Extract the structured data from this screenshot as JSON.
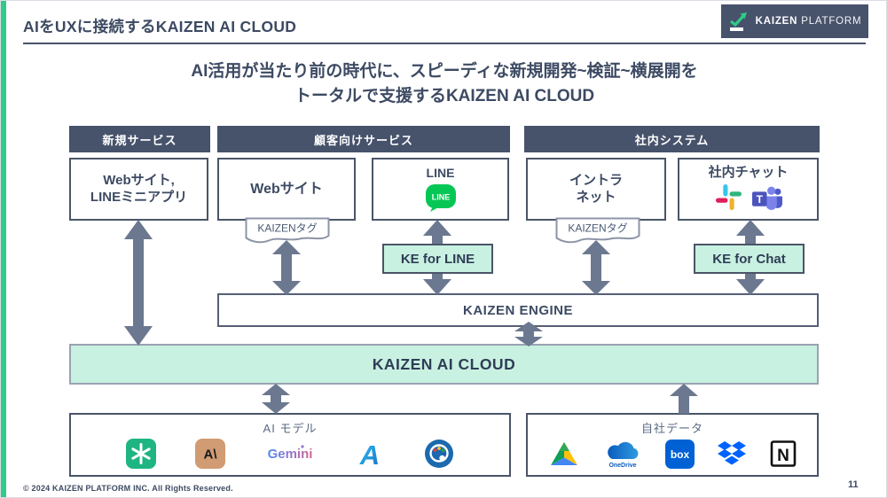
{
  "slide": {
    "title": "AIをUXに接続するKAIZEN AI CLOUD",
    "heading_line1": "AI活用が当たり前の時代に、スピーディな新規開発~検証~横展開を",
    "heading_line2": "トータルで支援するKAIZEN AI CLOUD",
    "footer": "© 2024 KAIZEN PLATFORM INC. All Rights Reserved.",
    "page_number": "11"
  },
  "logo": {
    "brand_primary": "KAIZEN",
    "brand_secondary": "PLATFORM"
  },
  "section_headers": {
    "new_service": "新規サービス",
    "customer_service": "顧客向けサービス",
    "internal_system": "社内システム"
  },
  "nodes": {
    "new_service_box_line1": "Webサイト,",
    "new_service_box_line2": "LINEミニアプリ",
    "website_box": "Webサイト",
    "line_box": "LINE",
    "line_icon_text": "LINE",
    "intranet_line1": "イントラ",
    "intranet_line2": "ネット",
    "internal_chat_box": "社内チャット",
    "kaizen_tag": "KAIZENタグ",
    "ke_for_line": "KE for LINE",
    "ke_for_chat": "KE for Chat",
    "kaizen_engine": "KAIZEN ENGINE",
    "kaizen_ai_cloud": "KAIZEN AI CLOUD"
  },
  "bottom_boxes": {
    "ai_models_label": "AI モデル",
    "company_data_label": "自社データ",
    "anthropic_text": "A\\",
    "gemini_text": "Gemini",
    "azure_text": "A",
    "onedrive_text": "OneDrive",
    "box_text": "box",
    "notion_text": "N"
  },
  "icons": {
    "logo": "kaizen-checkmark-icon",
    "line_node": "line-icon",
    "internal_chat": [
      "slack-icon",
      "teams-icon"
    ],
    "ai_models": [
      "openai-icon",
      "anthropic-icon",
      "gemini-logo",
      "azure-icon",
      "palette-icon"
    ],
    "company_data": [
      "google-drive-icon",
      "onedrive-icon",
      "box-icon",
      "dropbox-icon",
      "notion-icon"
    ]
  },
  "colors": {
    "accent_green": "#2FCB87",
    "dark_slate": "#47526B",
    "mint": "#C9F1E1",
    "arrow_gray": "#6B7890",
    "navy_text": "#3D4A63"
  }
}
